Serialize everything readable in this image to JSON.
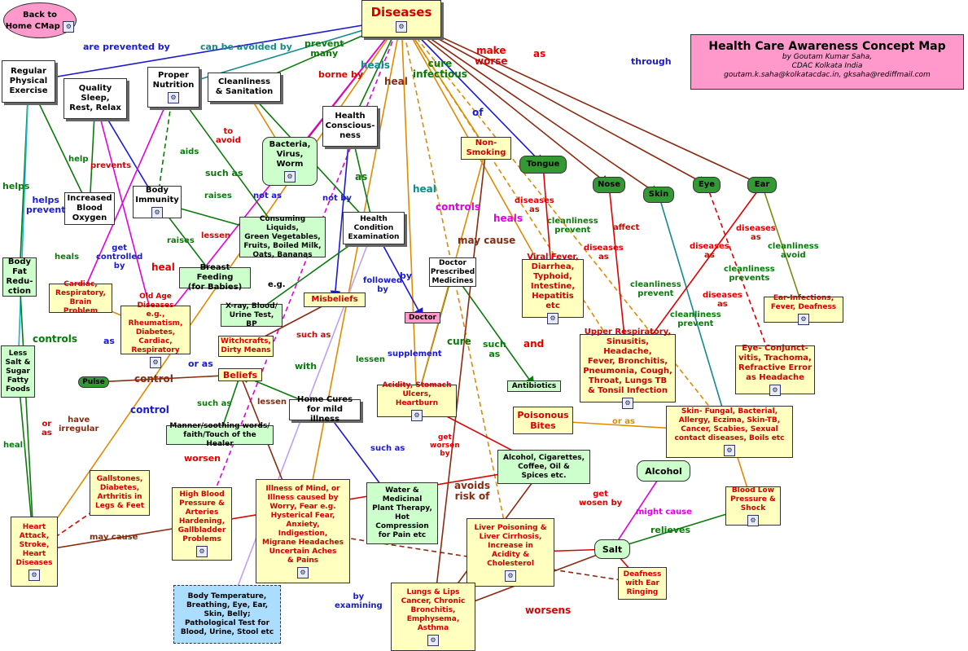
{
  "title": "Health Care Awareness Concept Map",
  "author": "by  Goutam Kumar Saha,",
  "org": "CDAC Kolkata India",
  "email": "goutam.k.saha@kolkatacdac.in, gksaha@rediffmail.com",
  "back_link": "Back to\nHome CMap",
  "nodes": {
    "diseases": "Diseases",
    "regular_exercise": "Regular\nPhysical\nExercise",
    "quality_sleep": "Quality\nSleep,\nRest, Relax",
    "proper_nutrition": "Proper\nNutrition",
    "cleanliness": "Cleanliness\n& Sanitation",
    "health_consciousness": "Health\nConscious-\nness",
    "bacteria": "Bacteria,\nVirus,\nWorm",
    "non_smoking": "Non-\nSmoking",
    "tongue": "Tongue",
    "nose": "Nose",
    "skin": "Skin",
    "eye": "Eye",
    "ear": "Ear",
    "increased_oxygen": "Increased\nBlood\nOxygen",
    "body_immunity": "Body\nImmunity",
    "consuming_liquids": "Consuming Liquids,\nGreen Vegetables,\nFruits, Boiled Milk,\nOats, Bananas",
    "health_exam": "Health\nCondition\nExamination",
    "doctor_medicines": "Doctor\nPrescribed\nMedicines",
    "body_fat": "Body\nFat\nRedu-\nction",
    "cardiac": "Cardiac,\nRespiratory,\nBrain Problem",
    "breast_feeding": "Breast Feeding\n(for Babies)",
    "misbeliefs": "Misbeliefs",
    "doctor": "Doctor",
    "viral_fever": "Viral Fever,\nDiarrhea,\nTyphoid,\nIntestine,\nHepatitis etc",
    "less_salt": "Less\nSalt &\nSugar\nFatty\nFoods",
    "old_age": "Old Age Diseases\ne.g., Rheumatism,\nDiabetes, Cardiac,\nRespiratory",
    "xray": "X-ray, Blood/\nUrine Test, BP",
    "witchcrafts": "Witchcrafts,\nDirty Means",
    "pulse": "Pulse",
    "beliefs": "Beliefs",
    "upper_resp": "Upper Respiratory,\nSinusitis, Headache,\nFever, Bronchitis,\nPneumonia, Cough,\nThroat, Lungs TB\n& Tonsil Infection",
    "ear_infections": "Ear-Infections,\nFever, Deafness",
    "eye_conj": "Eye- Conjunct-\nvitis, Trachoma,\nRefractive Error\nas Headache",
    "antibiotics": "Antibiotics",
    "acidity": "Acidity, Stomach\nUlcers, Heartburn",
    "home_cures": "Home Cures\nfor mild illness",
    "poisonous_bites": "Poisonous\nBites",
    "skin_fungal": "Skin- Fungal, Bacterial,\nAllergy, Eczima, Skin-TB,\nCancer, Scabies, Sexual\ncontact diseases, Boils etc",
    "manner": "Manner/soothing words/\nfaith/Touch of the Healer",
    "gallstones": "Gallstones,\nDiabetes,\nArthritis in\nLegs & Feet",
    "high_bp": "High Blood\nPressure &\nArteries\nHardening,\nGallbladder\nProblems",
    "illness_mind": "Illness of Mind, or\nIllness caused by\nWorry, Fear e.g.\nHysterical Fear,\nAnxiety,\nIndigestion,\nMigrane Headaches\nUncertain Aches\n& Pains",
    "water_therapy": "Water &\nMedicinal\nPlant Therapy,\nHot\nCompression\nfor Pain etc",
    "alcohol_cig": "Alcohol, Cigarettes,\nCoffee, Oil &\nSpices etc.",
    "alcohol": "Alcohol",
    "blood_low": "Blood Low\nPressure &\nShock",
    "heart_attack": "Heart\nAttack,\nStroke,\nHeart\nDiseases",
    "liver": "Liver Poisoning &\nLiver Cirrhosis,\nIncrease in\nAcidity &\nCholesterol",
    "salt": "Salt",
    "deafness": "Deafness\nwith Ear\nRinging",
    "lungs_cancer": "Lungs & Lips\nCancer, Chronic\nBronchitis,\nEmphysema,\nAsthma",
    "body_temp": "Body Temperature,\nBreathing, Eye, Ear,\nSkin, Belly;\nPathological Test for\nBlood, Urine, Stool etc"
  },
  "labels": {
    "are_prevented_by": "are prevented by",
    "can_be_avoided_by": "can be avoided by",
    "prevent_many": "prevent\nmany",
    "borne_by": "borne by",
    "heals": "heals",
    "heal1": "heal",
    "cure_infectious": "cure\ninfectious",
    "make_worse": "make\nworse",
    "as": "as",
    "through": "through",
    "of": "of",
    "to_avoid": "to\navoid",
    "aids": "aids",
    "such_as1": "such as",
    "help": "help",
    "helps": "helps",
    "helps_prevent": "helps\nprevent",
    "prevents": "prevents",
    "raises1": "raises",
    "raises2": "raises",
    "not_as": "not as",
    "not_by": "not by",
    "as2": "as",
    "heal2": "heal",
    "controls1": "controls",
    "heals2": "heals",
    "may_cause1": "may cause",
    "diseases_as1": "diseases\nas",
    "cleanliness_prevent1": "cleanliness\nprevent",
    "diseases_as2": "diseases\nas",
    "affect": "affect",
    "cleanliness_prevent2": "cleanliness\nprevent",
    "diseases_as3": "diseases\nas",
    "cleanliness_prevents": "cleanliness\nprevents",
    "diseases_as4": "diseases\nas",
    "cleanliness_avoid": "cleanliness\navoid",
    "diseases_as5": "diseases\nas",
    "cleanliness_prevent3": "cleanliness\nprevent",
    "heals3": "heals",
    "get_controlled_by": "get\ncontrolled\nby",
    "heal3": "heal",
    "lessen1": "lessen",
    "eg": "e.g.",
    "followed_by": "followed\nby",
    "by": "by",
    "controls2": "controls",
    "as3": "as",
    "such_as2": "such as",
    "or_as1": "or as",
    "control1": "control",
    "with": "with",
    "lessen2": "lessen",
    "supplement": "supplement",
    "cure": "cure",
    "such_as3": "such\nas",
    "and": "and",
    "lessen3": "lessen",
    "such_as4": "such as",
    "control2": "control",
    "or_as2": "or\nas",
    "have_irregular": "have\nirregular",
    "heal4": "heal",
    "worsen": "worsen",
    "get_worsen_by": "get\nworsen\nby",
    "or_as3": "or as",
    "may_cause2": "may cause",
    "such_as5": "such as",
    "avoids_risk": "avoids\nrisk of",
    "get_wosen_by": "get\nwosen by",
    "might_cause": "might cause",
    "relieves": "relieves",
    "worsens": "worsens",
    "by_examining": "by\nexamining"
  },
  "colors": {
    "green": "#0a7a0a",
    "red": "#e00000",
    "blue": "#1a1ad0",
    "orange": "#e08a00",
    "magenta": "#e000e0",
    "cyan": "#10b8d8",
    "brown": "#8a2a10",
    "olive": "#7a8a10",
    "teal": "#138a8a",
    "lavender": "#c0a0f0",
    "darkred": "#a01010"
  }
}
